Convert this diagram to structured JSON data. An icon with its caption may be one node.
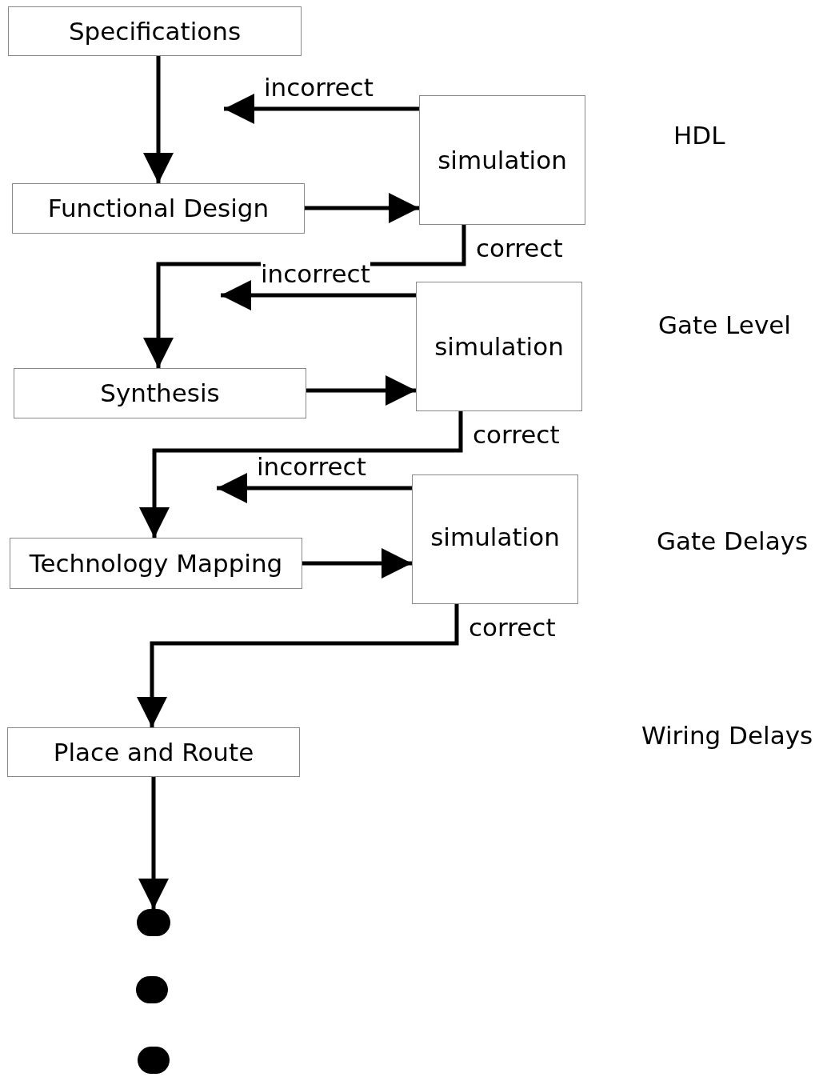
{
  "diagram": {
    "nodes": [
      {
        "text": [
          "Specifications"
        ]
      },
      {
        "text": [
          "Functional Design"
        ]
      },
      {
        "text": [
          "simulation"
        ]
      },
      {
        "text": [
          "Synthesis"
        ]
      },
      {
        "text": [
          "simulation"
        ]
      },
      {
        "text": [
          "Technology Mapping"
        ]
      },
      {
        "text": [
          "simulation"
        ]
      },
      {
        "text": [
          "Place and Route"
        ]
      },
      {
        "text": [],
        "shape": "circle"
      },
      {
        "text": [],
        "shape": "circle"
      },
      {
        "text": [],
        "shape": "circle"
      }
    ],
    "edges": [
      {
        "from": 0,
        "to": 1,
        "arrow": "to"
      },
      {
        "from": 1,
        "to": 2,
        "arrow": "to"
      },
      {
        "from": 2,
        "to": null,
        "arrow": "to",
        "label": "incorrect"
      },
      {
        "from": 2,
        "to": 3,
        "arrow": "to",
        "label": "correct"
      },
      {
        "from": 3,
        "to": 4,
        "arrow": "to"
      },
      {
        "from": 4,
        "to": null,
        "arrow": "to",
        "label": "incorrect"
      },
      {
        "from": 4,
        "to": 5,
        "arrow": "to",
        "label": "correct"
      },
      {
        "from": 5,
        "to": 6,
        "arrow": "to"
      },
      {
        "from": 6,
        "to": null,
        "arrow": "to",
        "label": "incorrect"
      },
      {
        "from": 6,
        "to": 7,
        "arrow": "to",
        "label": "correct"
      },
      {
        "from": 7,
        "to": 8,
        "arrow": "to"
      }
    ],
    "labels": [
      "HDL",
      "Gate Level",
      "Gate Delays",
      "Wiring Delays"
    ]
  }
}
